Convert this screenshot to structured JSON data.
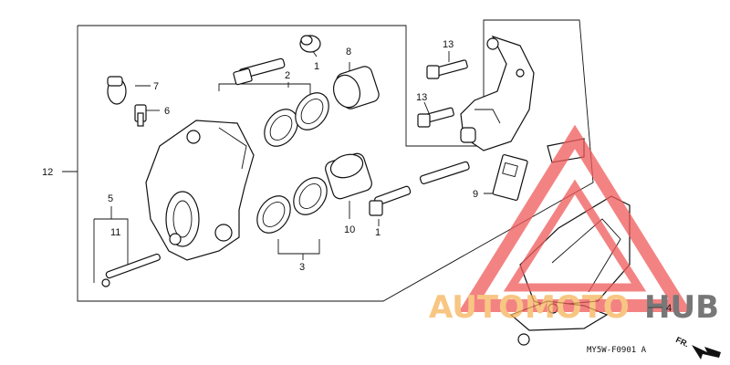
{
  "callouts": {
    "c1_top": "1",
    "c1_bottom": "1",
    "c2": "2",
    "c3": "3",
    "c4": "4",
    "c5": "5",
    "c6": "6",
    "c7": "7",
    "c8": "8",
    "c9": "9",
    "c10": "10",
    "c11": "11",
    "c12": "12",
    "c13_top": "13",
    "c13_bottom": "13"
  },
  "diagram_code": "MY5W-F0901 A",
  "direction_label": "FR.",
  "watermark": {
    "word_a": "AUTOMOTO",
    "word_b": "HUB",
    "color_a": "#f6b45a",
    "color_b": "#4a4a4a",
    "triangle_color": "#f05a5a"
  }
}
